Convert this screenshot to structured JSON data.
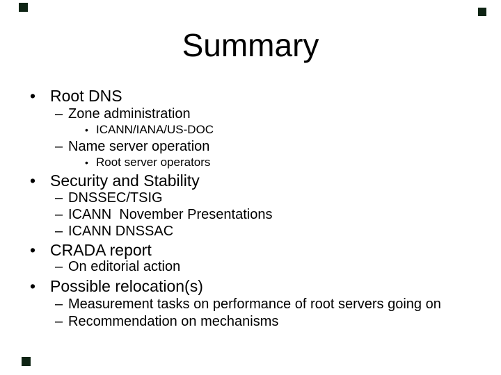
{
  "slide": {
    "title": "Summary",
    "bullets": [
      {
        "level": 1,
        "text": "Root DNS"
      },
      {
        "level": 2,
        "text": "Zone administration"
      },
      {
        "level": 3,
        "text": "ICANN/IANA/US-DOC"
      },
      {
        "level": 2,
        "text": "Name server operation"
      },
      {
        "level": 3,
        "text": "Root server operators"
      },
      {
        "level": 1,
        "text": "Security and Stability"
      },
      {
        "level": 2,
        "text": "DNSSEC/TSIG"
      },
      {
        "level": 2,
        "text": "ICANN  November Presentations"
      },
      {
        "level": 2,
        "text": "ICANN DNSSAC"
      },
      {
        "level": 1,
        "text": "CRADA report"
      },
      {
        "level": 2,
        "text": "On editorial action"
      },
      {
        "level": 1,
        "text": "Possible relocation(s)"
      },
      {
        "level": 2,
        "text": "Measurement tasks on performance of root servers going on"
      },
      {
        "level": 2,
        "text": "Recommendation on mechanisms"
      }
    ],
    "markers": {
      "level1": "•",
      "level2": "–",
      "level3": "•"
    },
    "colors": {
      "background": "#ffffff",
      "text": "#000000",
      "corner_artifact": "#0e2414"
    }
  }
}
